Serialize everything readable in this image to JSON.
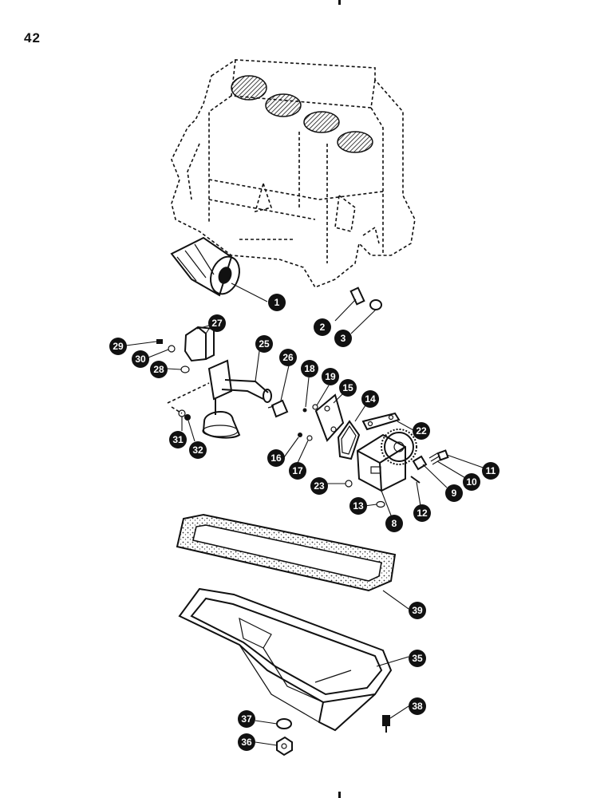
{
  "page": {
    "number": "42"
  },
  "callouts": [
    {
      "id": "c1",
      "label": "1"
    },
    {
      "id": "c2",
      "label": "2"
    },
    {
      "id": "c3",
      "label": "3"
    },
    {
      "id": "c8",
      "label": "8"
    },
    {
      "id": "c9",
      "label": "9"
    },
    {
      "id": "c10",
      "label": "10"
    },
    {
      "id": "c11",
      "label": "11"
    },
    {
      "id": "c12",
      "label": "12"
    },
    {
      "id": "c13",
      "label": "13"
    },
    {
      "id": "c14",
      "label": "14"
    },
    {
      "id": "c15",
      "label": "15"
    },
    {
      "id": "c16",
      "label": "16"
    },
    {
      "id": "c17",
      "label": "17"
    },
    {
      "id": "c18",
      "label": "18"
    },
    {
      "id": "c19",
      "label": "19"
    },
    {
      "id": "c22",
      "label": "22"
    },
    {
      "id": "c23",
      "label": "23"
    },
    {
      "id": "c25",
      "label": "25"
    },
    {
      "id": "c26",
      "label": "26"
    },
    {
      "id": "c27",
      "label": "27"
    },
    {
      "id": "c28",
      "label": "28"
    },
    {
      "id": "c29",
      "label": "29"
    },
    {
      "id": "c30",
      "label": "30"
    },
    {
      "id": "c31",
      "label": "31"
    },
    {
      "id": "c32",
      "label": "32"
    },
    {
      "id": "c35",
      "label": "35"
    },
    {
      "id": "c36",
      "label": "36"
    },
    {
      "id": "c37",
      "label": "37"
    },
    {
      "id": "c38",
      "label": "38"
    },
    {
      "id": "c39",
      "label": "39"
    }
  ]
}
